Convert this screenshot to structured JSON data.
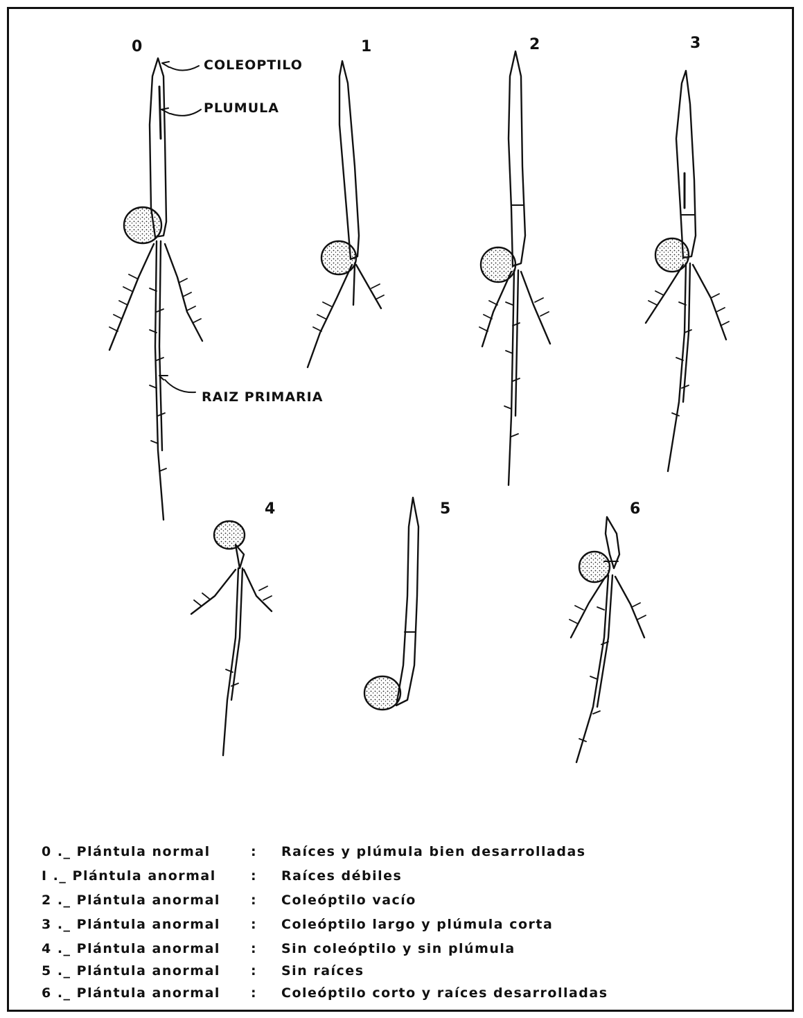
{
  "figure": {
    "seedling_numbers": [
      "0",
      "1",
      "2",
      "3",
      "4",
      "5",
      "6"
    ],
    "callouts": {
      "coleoptile": "COLEOPTILO",
      "plumule": "PLUMULA",
      "primary_root": "RAIZ PRIMARIA"
    }
  },
  "legend": [
    {
      "label": "0 ._ Plántula normal",
      "sep": ":",
      "desc": "Raíces y plúmula bien desarrolladas"
    },
    {
      "label": "I ._ Plántula anormal",
      "sep": ":",
      "desc": "Raíces débiles"
    },
    {
      "label": "2 ._ Plántula anormal",
      "sep": ":",
      "desc": "Coleóptilo vacío"
    },
    {
      "label": "3 ._ Plántula anormal",
      "sep": ":",
      "desc": "Coleóptilo largo y plúmula corta"
    },
    {
      "label": "4 ._ Plántula anormal",
      "sep": ":",
      "desc": "Sin coleóptilo y sin plúmula"
    },
    {
      "label": "5 ._ Plántula anormal",
      "sep": ":",
      "desc": "Sin raíces"
    },
    {
      "label": "6 ._ Plántula anormal",
      "sep": ":",
      "desc": "Coleóptilo corto y raíces desarrolladas"
    }
  ]
}
